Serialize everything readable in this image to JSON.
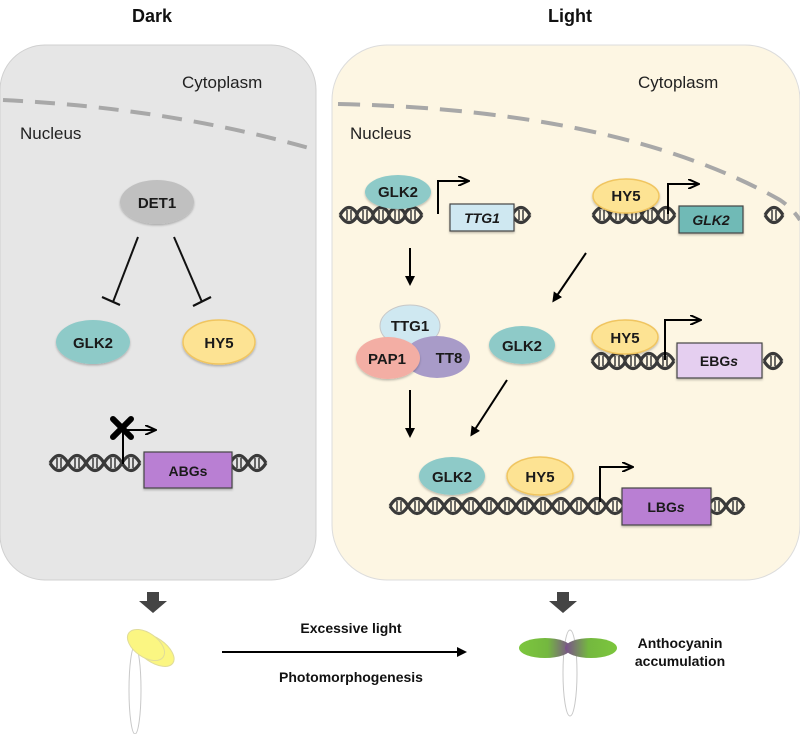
{
  "panels": {
    "dark": {
      "title": "Dark",
      "cytoplasm_label": "Cytoplasm",
      "nucleus_label": "Nucleus",
      "regulator": "DET1",
      "targets": [
        "GLK2",
        "HY5"
      ],
      "gene_box": "ABGs",
      "transcription_blocked": true
    },
    "light": {
      "title": "Light",
      "cytoplasm_label": "Cytoplasm",
      "nucleus_label": "Nucleus",
      "module1": {
        "factor": "GLK2",
        "gene": "TTG1"
      },
      "module2": {
        "factor": "HY5",
        "gene": "GLK2"
      },
      "complex": {
        "top": "TTG1",
        "left": "PAP1",
        "right": "TT8"
      },
      "free_factor": "GLK2",
      "module3": {
        "factor": "HY5",
        "gene_base": "EBG",
        "gene_suffix": "s"
      },
      "module4": {
        "factors": [
          "GLK2",
          "HY5"
        ],
        "gene_base": "LBG",
        "gene_suffix": "s"
      }
    }
  },
  "transition": {
    "top_label": "Excessive light",
    "bottom_label": "Photomorphogenesis",
    "outcome_line1": "Anthocyanin",
    "outcome_line2": "accumulation"
  },
  "colors": {
    "dark_panel": "#e6e6e6",
    "light_panel": "#fdf6e3",
    "glk2": "#8ecac8",
    "hy5": "#fde393",
    "det1": "#c0c0c0",
    "ttg1_protein": "#cfe8f1",
    "pap1": "#f3aea4",
    "tt8": "#a89bc8",
    "abgs": "#b97fd3",
    "lbgs": "#b97fd3",
    "ebgs": "#e5cff0",
    "ttg1_gene": "#cfe8f1",
    "glk2_gene": "#6fbab6"
  }
}
